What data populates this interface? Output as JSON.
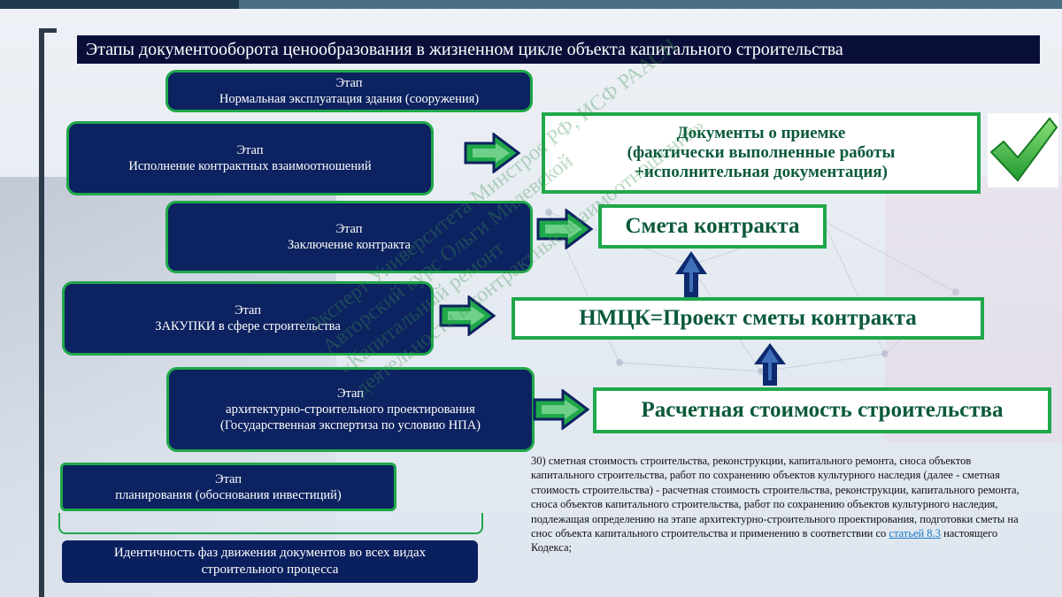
{
  "title": "Этапы документооборота ценообразования в жизненном цикле объекта капитального строительства",
  "stages": [
    {
      "line1": "Этап",
      "line2": "Нормальная эксплуатация здания (сооружения)",
      "line3": ""
    },
    {
      "line1": "Этап",
      "line2": "Исполнение контрактных взаимоотношений",
      "line3": ""
    },
    {
      "line1": "Этап",
      "line2": "Заключение контракта",
      "line3": ""
    },
    {
      "line1": "Этап",
      "line2": "ЗАКУПКИ в сфере строительства",
      "line3": ""
    },
    {
      "line1": "Этап",
      "line2": "архитектурно-строительного проектирования",
      "line3": "(Государственная экспертиза по условию НПА)"
    },
    {
      "line1": "Этап",
      "line2": "планирования (обоснования инвестиций)",
      "line3": ""
    }
  ],
  "results": {
    "acceptance": {
      "line1": "Документы о приемке",
      "line2": "(фактически выполненные работы",
      "line3": "+исполнительная документация)"
    },
    "contract_estimate": "Смета контракта",
    "nmck": "НМЦК=Проект сметы контракта",
    "estimated_cost": "Расчетная стоимость строительства"
  },
  "footer": {
    "line1": "Идентичность фаз движения документов во всех видах",
    "line2": "строительного процесса"
  },
  "note": {
    "text_before_link": "30) сметная стоимость строительства, реконструкции, капитального ремонта, сноса объектов капитального строительства, работ по сохранению объектов культурного наследия (далее - сметная стоимость строительства) - расчетная стоимость строительства, реконструкции, капитального ремонта, сноса объектов капитального строительства, работ по сохранению объектов культурного наследия, подлежащая определению на этапе архитектурно-строительного проектирования, подготовки сметы на снос объекта капитального строительства и применению в соответствии со ",
    "link_text": "статьей 8.3",
    "text_after_link": " настоящего Кодекса;"
  },
  "watermark": {
    "line1": "Эксперт Университета Минстроя РФ, ИСФ РААСН",
    "line2": "Авторский курс Ольги Милевской",
    "line3": "«Капитальный ремонт",
    "line4": "деятельности в контрактные взаимоотношения»"
  },
  "colors": {
    "stage_fill": "#0d2260",
    "accent_green": "#1fa84a",
    "title_bg": "#0a0f3a",
    "result_text": "#0b5a3a"
  }
}
